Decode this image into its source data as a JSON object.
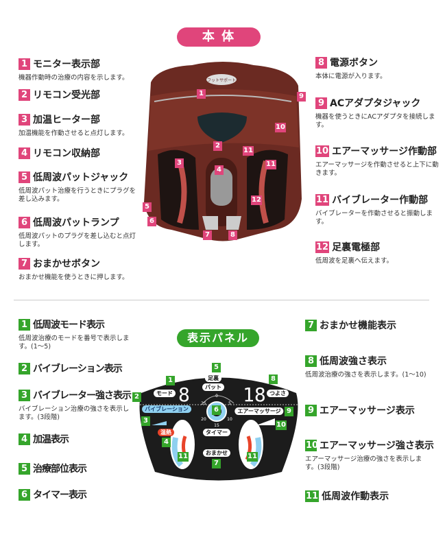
{
  "main_section": {
    "title": "本 体",
    "left_items": [
      {
        "num": "1",
        "title": "モニター表示部",
        "desc": "機器作動時の治療の内容を示します。"
      },
      {
        "num": "2",
        "title": "リモコン受光部",
        "desc": ""
      },
      {
        "num": "3",
        "title": "加温ヒーター部",
        "desc": "加温機能を作動させると点灯します。"
      },
      {
        "num": "4",
        "title": "リモコン収納部",
        "desc": ""
      },
      {
        "num": "5",
        "title": "低周波パットジャック",
        "desc": "低周波パット治療を行うときにプラグを差し込みます。"
      },
      {
        "num": "6",
        "title": "低周波パットランプ",
        "desc": "低周波パットのプラグを差し込むと点灯します。"
      },
      {
        "num": "7",
        "title": "おまかせボタン",
        "desc": "おまかせ機能を使うときに押します。"
      }
    ],
    "right_items": [
      {
        "num": "8",
        "title": "電源ボタン",
        "desc": "本体に電源が入ります。"
      },
      {
        "num": "9",
        "title": "ACアダプタジャック",
        "desc": "機器を使うときにACアダプタを接続します。"
      },
      {
        "num": "10",
        "title": "エアーマッサージ作動部",
        "desc": "エアーマッサージを作動させると上下に動きます。"
      },
      {
        "num": "11",
        "title": "バイブレーター作動部",
        "desc": "バイブレーターを作動させると振動します。"
      },
      {
        "num": "12",
        "title": "足裏電極部",
        "desc": "低周波を足裏へ伝えます。"
      }
    ],
    "device_logo": "フットサポート"
  },
  "panel_section": {
    "title": "表示パネル",
    "left_items": [
      {
        "num": "1",
        "title": "低周波モード表示",
        "desc": "低周波治療のモードを番号で表示します。(1〜5)"
      },
      {
        "num": "2",
        "title": "バイブレーション表示",
        "desc": ""
      },
      {
        "num": "3",
        "title": "バイブレーター強さ表示",
        "desc": "バイブレーション治療の強さを表示します。(3段階)"
      },
      {
        "num": "4",
        "title": "加温表示",
        "desc": ""
      },
      {
        "num": "5",
        "title": "治療部位表示",
        "desc": ""
      },
      {
        "num": "6",
        "title": "タイマー表示",
        "desc": ""
      }
    ],
    "right_items": [
      {
        "num": "7",
        "title": "おまかせ機能表示",
        "desc": ""
      },
      {
        "num": "8",
        "title": "低周波強さ表示",
        "desc": "低周波治療の強さを表示します。(1〜10)"
      },
      {
        "num": "9",
        "title": "エアーマッサージ表示",
        "desc": ""
      },
      {
        "num": "10",
        "title": "エアーマッサージ強さ表示",
        "desc": "エアーマッサージ治療の強さを表示します。(3段階)"
      },
      {
        "num": "11",
        "title": "低周波作動表示",
        "desc": ""
      }
    ],
    "panel_labels": {
      "mode": "モード",
      "sole": "足裏",
      "pad": "パット",
      "strength": "つよさ",
      "vibration": "バイブレーション",
      "air": "エアーマッサージ",
      "heat": "温熱",
      "timer": "タイマー",
      "omakase": "おまかせ",
      "digit_left": "8",
      "digit_right": "18",
      "timer_ticks": [
        "0",
        "5",
        "10",
        "15",
        "20",
        "25"
      ]
    }
  },
  "colors": {
    "pink": "#e0457b",
    "green": "#35a52b",
    "device": "#6b2a22",
    "panel": "#1c1c1c",
    "vibration_blue": "#8fd0f0",
    "heat_red": "#e8442a"
  }
}
